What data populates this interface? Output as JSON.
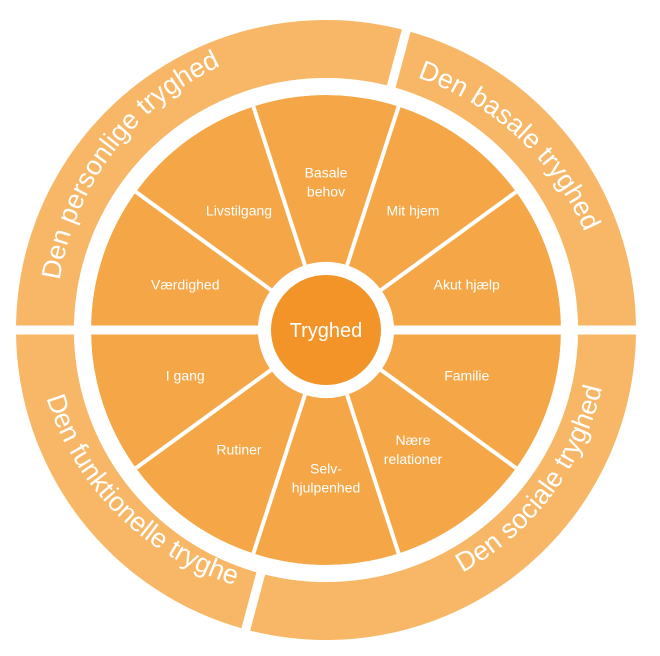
{
  "center": {
    "label": "Tryghed"
  },
  "quadrants": [
    {
      "label": "Den basale tryghed"
    },
    {
      "label": "Den sociale tryghed"
    },
    {
      "label": "Den funktionelle tryghed"
    },
    {
      "label": "Den personlige tryghed"
    }
  ],
  "segments": [
    {
      "lines": [
        "Basale",
        "behov"
      ]
    },
    {
      "lines": [
        "Mit hjem"
      ]
    },
    {
      "lines": [
        "Akut hjælp"
      ]
    },
    {
      "lines": [
        "Familie"
      ]
    },
    {
      "lines": [
        "Nære",
        "relationer"
      ]
    },
    {
      "lines": [
        "Selv-",
        "hjulpenhed"
      ]
    },
    {
      "lines": [
        "Rutiner"
      ]
    },
    {
      "lines": [
        "I gang"
      ]
    },
    {
      "lines": [
        "Værdighed"
      ]
    },
    {
      "lines": [
        "Livstilgang"
      ]
    }
  ],
  "colors": {
    "ring": "#f7b766",
    "segment": "#f5a646",
    "center": "#f29427",
    "separator": "#ffffff"
  }
}
